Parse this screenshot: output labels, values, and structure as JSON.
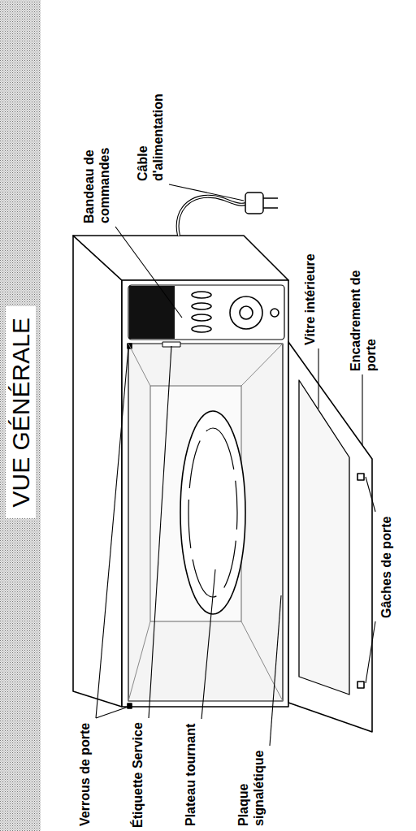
{
  "diagram": {
    "title": "VUE GÉNÉRALE",
    "labels": [
      "Bandeau de commandes",
      "Câble d'alimentation",
      "Vitre intérieure",
      "Encadrement de porte",
      "Gâches de porte",
      "Verrous de porte",
      "Étiquette Service",
      "Plateau tournant",
      "Plaque signalétique"
    ]
  }
}
